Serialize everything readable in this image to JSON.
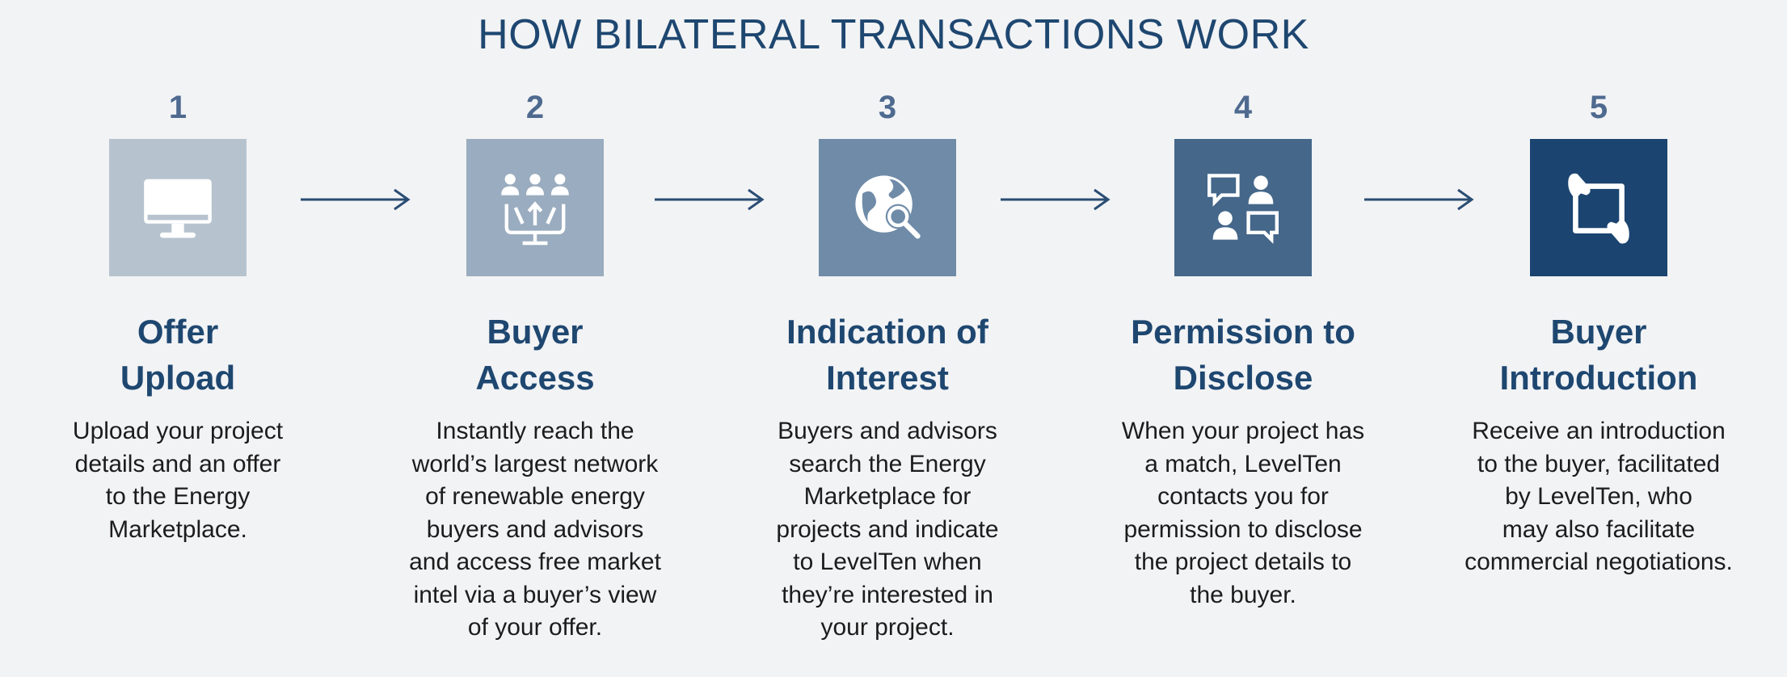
{
  "title": "HOW BILATERAL TRANSACTIONS WORK",
  "colors": {
    "title": "#1e4770",
    "step_boxes": [
      "#b6c3cf",
      "#9aacbf",
      "#6f8ba8",
      "#44678a",
      "#1b4470"
    ],
    "arrow": "#2a4d73"
  },
  "steps": [
    {
      "number": "1",
      "icon": "monitor-icon",
      "heading": [
        "Offer",
        "Upload"
      ],
      "description": [
        "Upload your project",
        "details and an offer",
        "to the Energy",
        "Marketplace."
      ]
    },
    {
      "number": "2",
      "icon": "network-upload-icon",
      "heading": [
        "Buyer",
        "Access"
      ],
      "description": [
        "Instantly reach the",
        "world’s largest network",
        "of renewable energy",
        "buyers and advisors",
        "and access free market",
        "intel via a buyer’s view",
        "of your offer."
      ]
    },
    {
      "number": "3",
      "icon": "globe-search-icon",
      "heading": [
        "Indication of",
        "Interest"
      ],
      "description": [
        "Buyers and advisors",
        "search the Energy",
        "Marketplace for",
        "projects and indicate",
        "to LevelTen when",
        "they’re interested in",
        "your project."
      ]
    },
    {
      "number": "4",
      "icon": "chat-people-icon",
      "heading": [
        "Permission to",
        "Disclose"
      ],
      "description": [
        "When your project has",
        "a match, LevelTen",
        "contacts you for",
        "permission to disclose",
        "the project details to",
        "the buyer."
      ]
    },
    {
      "number": "5",
      "icon": "handshake-frame-icon",
      "heading": [
        "Buyer",
        "Introduction"
      ],
      "description": [
        "Receive an introduction",
        "to the buyer, facilitated",
        "by LevelTen, who",
        "may also facilitate",
        "commercial negotiations."
      ]
    }
  ]
}
